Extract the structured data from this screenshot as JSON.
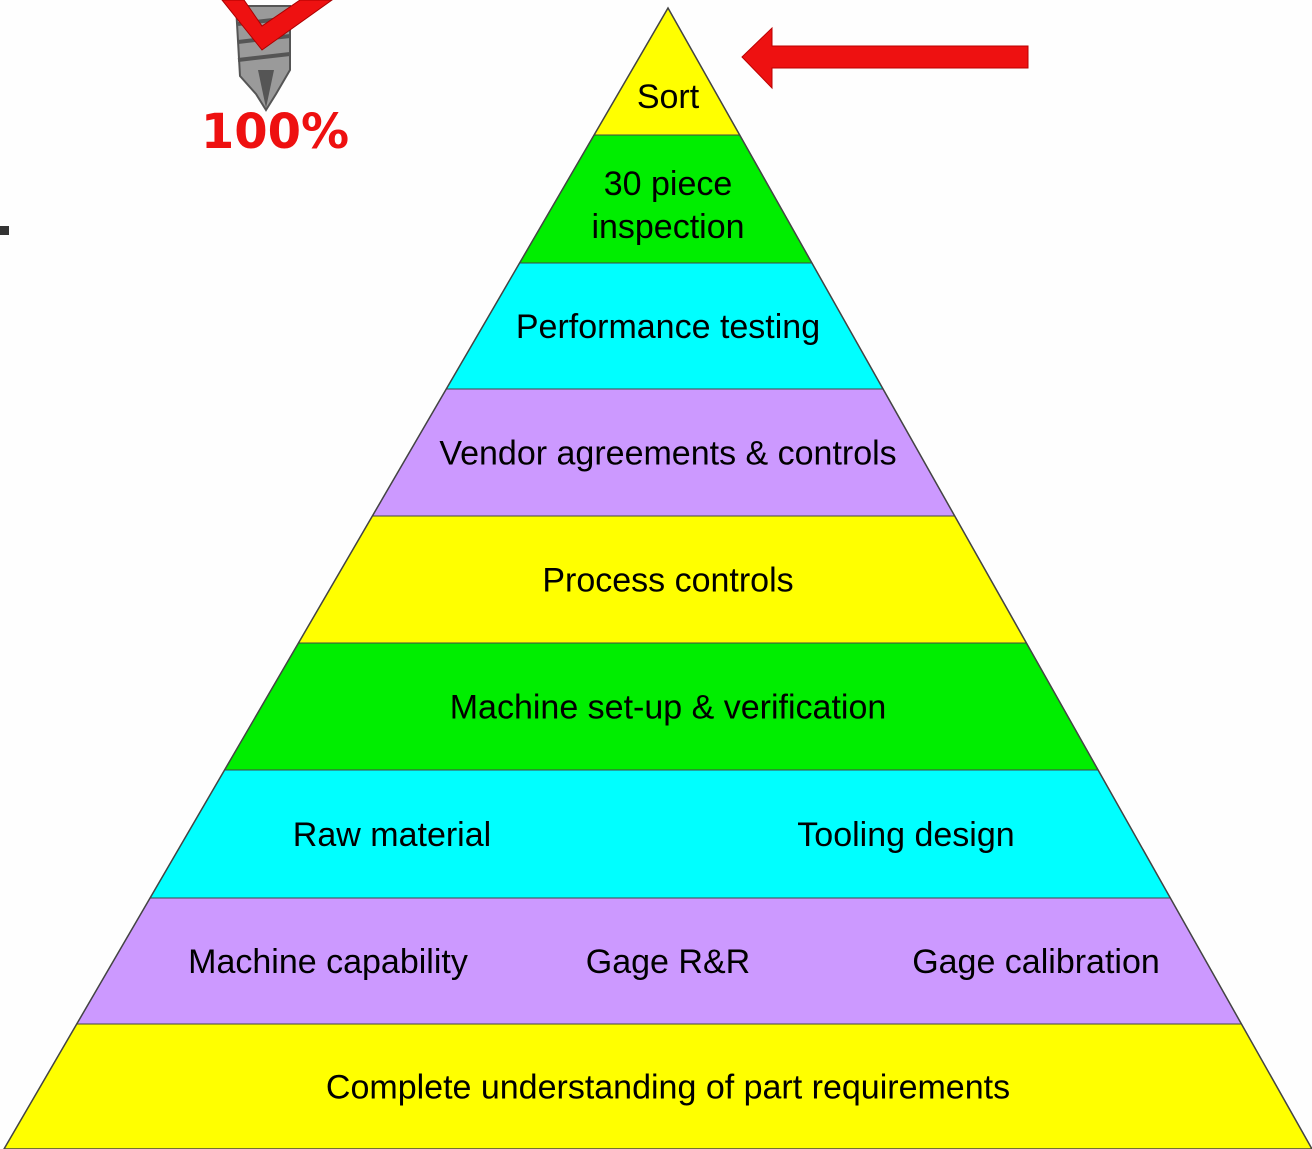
{
  "badge": {
    "percent_label": "100%",
    "colors": {
      "check": "#ee1111",
      "screw_body": "#9a9a9a",
      "screw_dark": "#555555",
      "percent_text": "#ee1010"
    }
  },
  "arrow": {
    "color": "#ee1111"
  },
  "pyramid": {
    "outline_color": "#444444",
    "levels": [
      {
        "labels": [
          "Sort"
        ],
        "color": "#ffff00"
      },
      {
        "labels": [
          "30 piece",
          "inspection"
        ],
        "color": "#00ee00"
      },
      {
        "labels": [
          "Performance testing"
        ],
        "color": "#00ffff"
      },
      {
        "labels": [
          "Vendor agreements & controls"
        ],
        "color": "#cc99ff"
      },
      {
        "labels": [
          "Process controls"
        ],
        "color": "#ffff00"
      },
      {
        "labels": [
          "Machine set-up & verification"
        ],
        "color": "#00ee00"
      },
      {
        "labels": [
          "Raw material",
          "Tooling design"
        ],
        "color": "#00ffff"
      },
      {
        "labels": [
          "Machine capability",
          "Gage R&R",
          "Gage calibration"
        ],
        "color": "#cc99ff"
      },
      {
        "labels": [
          "Complete understanding of part requirements"
        ],
        "color": "#ffff00"
      }
    ]
  }
}
